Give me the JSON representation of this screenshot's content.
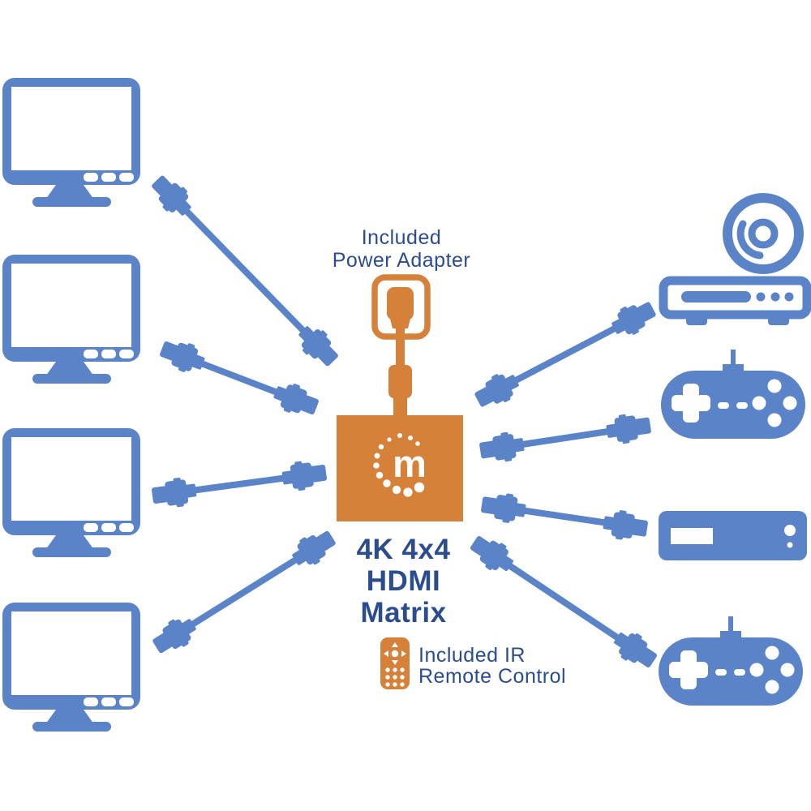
{
  "colors": {
    "device_blue": "#5b84c8",
    "accent_orange": "#d6813a",
    "text_navy": "#2b4d8e",
    "white": "#ffffff"
  },
  "power_adapter": {
    "label_line1": "Included",
    "label_line2": "Power Adapter"
  },
  "center": {
    "logo_letter": "m",
    "product_label": {
      "line1": "4K 4x4",
      "line2": "HDMI",
      "line3": "Matrix"
    }
  },
  "ir_remote": {
    "label_line1": "Included IR",
    "label_line2": "Remote Control"
  },
  "icons": {
    "left_devices": [
      "monitor",
      "monitor",
      "monitor",
      "monitor"
    ],
    "right_devices": [
      "disc-player",
      "game-controller",
      "media-box",
      "game-controller"
    ],
    "center_icons": [
      "power-plug",
      "matrix-box",
      "manhattan-logo",
      "ir-remote"
    ],
    "cable_count": 8
  }
}
